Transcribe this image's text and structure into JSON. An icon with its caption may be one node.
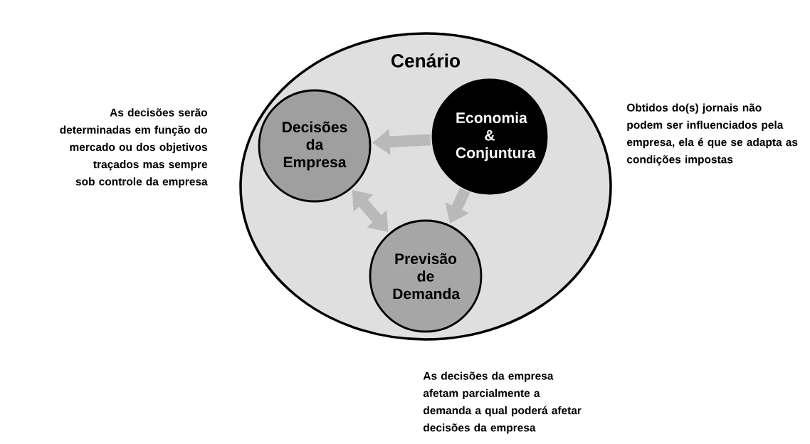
{
  "diagram": {
    "nodes": [
      {
        "text": [
          "Cenário"
        ]
      },
      {
        "text": [
          "Decisões da Empresa"
        ],
        "in": 0
      },
      {
        "text": [
          "Economia & Conjuntura"
        ],
        "in": 0
      },
      {
        "text": [
          "Previsão de Demanda"
        ],
        "in": 0
      }
    ],
    "edges": [
      {
        "from": 2,
        "to": 1,
        "arrow": "to"
      },
      {
        "from": 1,
        "to": 3,
        "arrow": "both"
      },
      {
        "from": 2,
        "to": 3,
        "arrow": "to"
      }
    ],
    "labels": [
      "As decisões serão determinadas em função do mercado ou dos objetivos traçados mas sempre sob controle da empresa",
      "Obtidos do(s) jornais não podem ser influenciados pela empresa, ela é que se adapta as condições impostas",
      "As decisões da empresa afetam parcialmente a demanda a qual poderá afetar decisões da empresa"
    ]
  }
}
